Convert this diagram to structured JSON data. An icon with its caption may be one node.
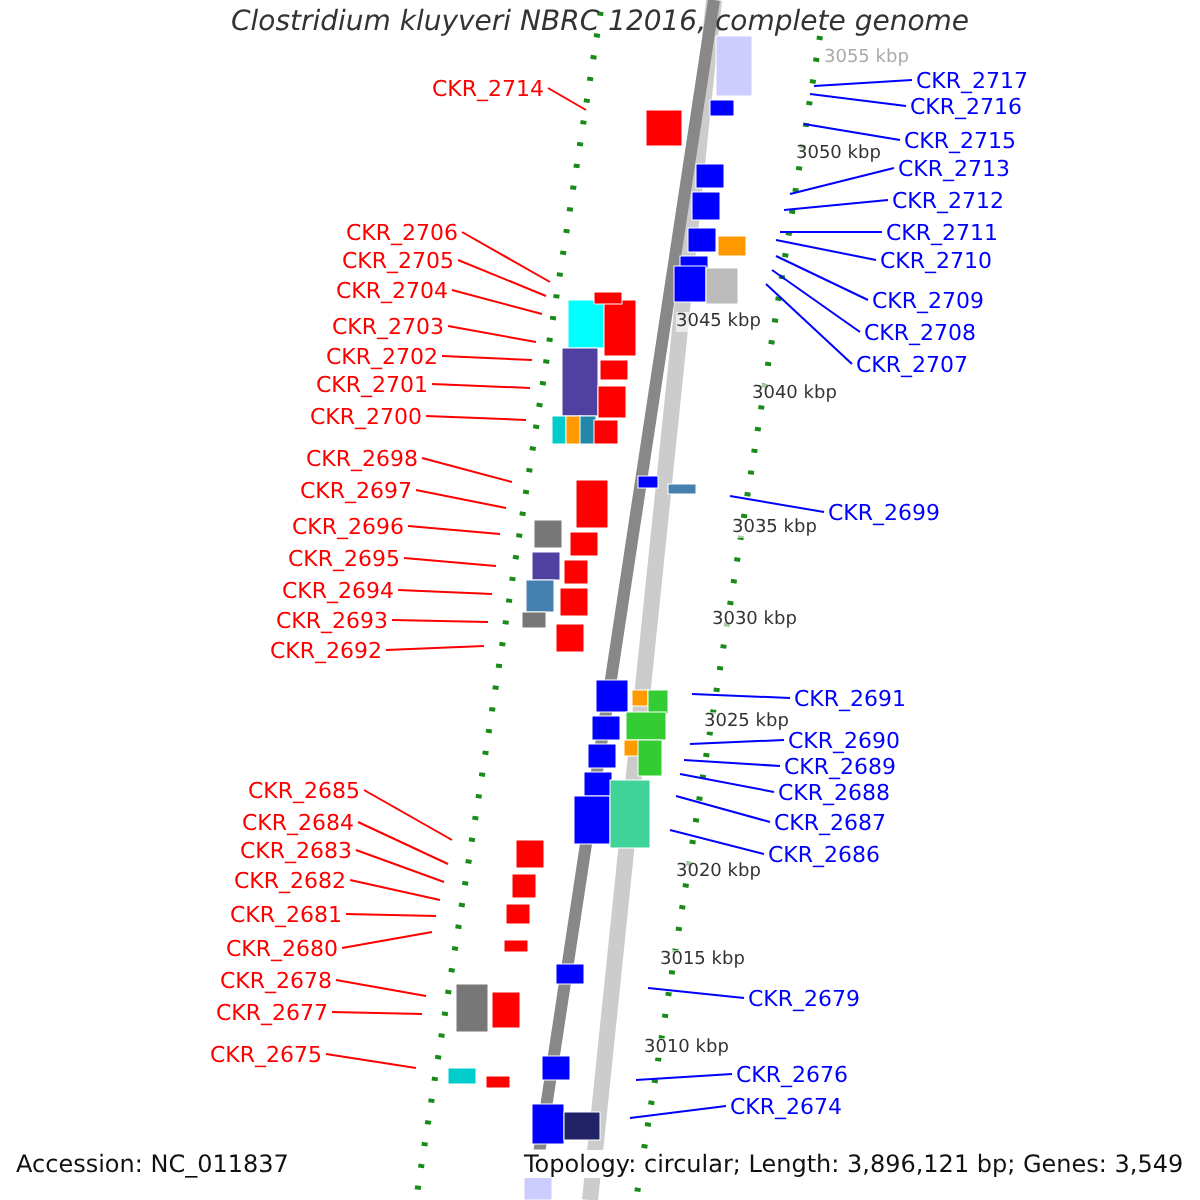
{
  "diagram": {
    "title": "Clostridium kluyveri NBRC 12016, complete genome",
    "nodes": [
      {
        "text": [
          "CKR_2714"
        ]
      },
      {
        "text": [
          "CKR_2706"
        ]
      },
      {
        "text": [
          "CKR_2705"
        ]
      },
      {
        "text": [
          "CKR_2704"
        ]
      },
      {
        "text": [
          "CKR_2703"
        ]
      },
      {
        "text": [
          "CKR_2702"
        ]
      },
      {
        "text": [
          "CKR_2701"
        ]
      },
      {
        "text": [
          "CKR_2700"
        ]
      },
      {
        "text": [
          "CKR_2698"
        ]
      },
      {
        "text": [
          "CKR_2697"
        ]
      },
      {
        "text": [
          "CKR_2696"
        ]
      },
      {
        "text": [
          "CKR_2695"
        ]
      },
      {
        "text": [
          "CKR_2694"
        ]
      },
      {
        "text": [
          "CKR_2693"
        ]
      },
      {
        "text": [
          "CKR_2692"
        ]
      },
      {
        "text": [
          "CKR_2685"
        ]
      },
      {
        "text": [
          "CKR_2684"
        ]
      },
      {
        "text": [
          "CKR_2683"
        ]
      },
      {
        "text": [
          "CKR_2682"
        ]
      },
      {
        "text": [
          "CKR_2681"
        ]
      },
      {
        "text": [
          "CKR_2680"
        ]
      },
      {
        "text": [
          "CKR_2678"
        ]
      },
      {
        "text": [
          "CKR_2677"
        ]
      },
      {
        "text": [
          "CKR_2675"
        ]
      },
      {
        "text": [
          "CKR_2717"
        ]
      },
      {
        "text": [
          "CKR_2716"
        ]
      },
      {
        "text": [
          "CKR_2715"
        ]
      },
      {
        "text": [
          "CKR_2713"
        ]
      },
      {
        "text": [
          "CKR_2712"
        ]
      },
      {
        "text": [
          "CKR_2711"
        ]
      },
      {
        "text": [
          "CKR_2710"
        ]
      },
      {
        "text": [
          "CKR_2709"
        ]
      },
      {
        "text": [
          "CKR_2708"
        ]
      },
      {
        "text": [
          "CKR_2707"
        ]
      },
      {
        "text": [
          "CKR_2699"
        ]
      },
      {
        "text": [
          "CKR_2691"
        ]
      },
      {
        "text": [
          "CKR_2690"
        ]
      },
      {
        "text": [
          "CKR_2689"
        ]
      },
      {
        "text": [
          "CKR_2688"
        ]
      },
      {
        "text": [
          "CKR_2687"
        ]
      },
      {
        "text": [
          "CKR_2686"
        ]
      },
      {
        "text": [
          "CKR_2679"
        ]
      },
      {
        "text": [
          "CKR_2676"
        ]
      },
      {
        "text": [
          "CKR_2674"
        ]
      }
    ],
    "edges": [
      {
        "from": 0,
        "to": null,
        "arrow": "none"
      },
      {
        "from": 1,
        "to": null,
        "arrow": "none"
      },
      {
        "from": 2,
        "to": null,
        "arrow": "none"
      },
      {
        "from": 3,
        "to": null,
        "arrow": "none"
      },
      {
        "from": 4,
        "to": null,
        "arrow": "none"
      },
      {
        "from": 5,
        "to": null,
        "arrow": "none"
      },
      {
        "from": 6,
        "to": null,
        "arrow": "none"
      },
      {
        "from": 7,
        "to": null,
        "arrow": "none"
      },
      {
        "from": 8,
        "to": null,
        "arrow": "none"
      },
      {
        "from": 9,
        "to": null,
        "arrow": "none"
      },
      {
        "from": 10,
        "to": null,
        "arrow": "none"
      },
      {
        "from": 11,
        "to": null,
        "arrow": "none"
      },
      {
        "from": 12,
        "to": null,
        "arrow": "none"
      },
      {
        "from": 13,
        "to": null,
        "arrow": "none"
      },
      {
        "from": 14,
        "to": null,
        "arrow": "none"
      },
      {
        "from": 15,
        "to": null,
        "arrow": "none"
      },
      {
        "from": 16,
        "to": null,
        "arrow": "none"
      },
      {
        "from": 17,
        "to": null,
        "arrow": "none"
      },
      {
        "from": 18,
        "to": null,
        "arrow": "none"
      },
      {
        "from": 19,
        "to": null,
        "arrow": "none"
      },
      {
        "from": 20,
        "to": null,
        "arrow": "none"
      },
      {
        "from": 21,
        "to": null,
        "arrow": "none"
      },
      {
        "from": 22,
        "to": null,
        "arrow": "none"
      },
      {
        "from": 23,
        "to": null,
        "arrow": "none"
      },
      {
        "from": 24,
        "to": null,
        "arrow": "none",
        "color": "#0000ff"
      },
      {
        "from": 25,
        "to": null,
        "arrow": "none",
        "color": "#0000ff"
      },
      {
        "from": 26,
        "to": null,
        "arrow": "none",
        "color": "#0000ff"
      },
      {
        "from": 27,
        "to": null,
        "arrow": "none",
        "color": "#0000ff"
      },
      {
        "from": 28,
        "to": null,
        "arrow": "none",
        "color": "#0000ff"
      },
      {
        "from": 29,
        "to": null,
        "arrow": "none",
        "color": "#0000ff"
      },
      {
        "from": 30,
        "to": null,
        "arrow": "none",
        "color": "#0000ff"
      },
      {
        "from": 31,
        "to": null,
        "arrow": "none",
        "color": "#0000ff"
      },
      {
        "from": 32,
        "to": null,
        "arrow": "none",
        "color": "#0000ff"
      },
      {
        "from": 33,
        "to": null,
        "arrow": "none",
        "color": "#0000ff"
      },
      {
        "from": 34,
        "to": null,
        "arrow": "none",
        "color": "#0000ff"
      },
      {
        "from": 35,
        "to": null,
        "arrow": "none",
        "color": "#0000ff"
      },
      {
        "from": 36,
        "to": null,
        "arrow": "none",
        "color": "#0000ff"
      },
      {
        "from": 37,
        "to": null,
        "arrow": "none",
        "color": "#0000ff"
      },
      {
        "from": 38,
        "to": null,
        "arrow": "none",
        "color": "#0000ff"
      },
      {
        "from": 39,
        "to": null,
        "arrow": "none",
        "color": "#0000ff"
      },
      {
        "from": 40,
        "to": null,
        "arrow": "none",
        "color": "#0000ff"
      },
      {
        "from": 41,
        "to": null,
        "arrow": "none",
        "color": "#0000ff"
      },
      {
        "from": 42,
        "to": null,
        "arrow": "none",
        "color": "#0000ff"
      },
      {
        "from": 43,
        "to": null,
        "arrow": "none",
        "color": "#0000ff"
      }
    ],
    "labels": [
      "3055 kbp",
      "3050 kbp",
      "3045 kbp",
      "3040 kbp",
      "3035 kbp",
      "3030 kbp",
      "3025 kbp",
      "3020 kbp",
      "3015 kbp",
      "3010 kbp",
      "Accession: NC_011837",
      "Topology: circular; Length: 3,896,121 bp; Genes: 3,549"
    ]
  }
}
